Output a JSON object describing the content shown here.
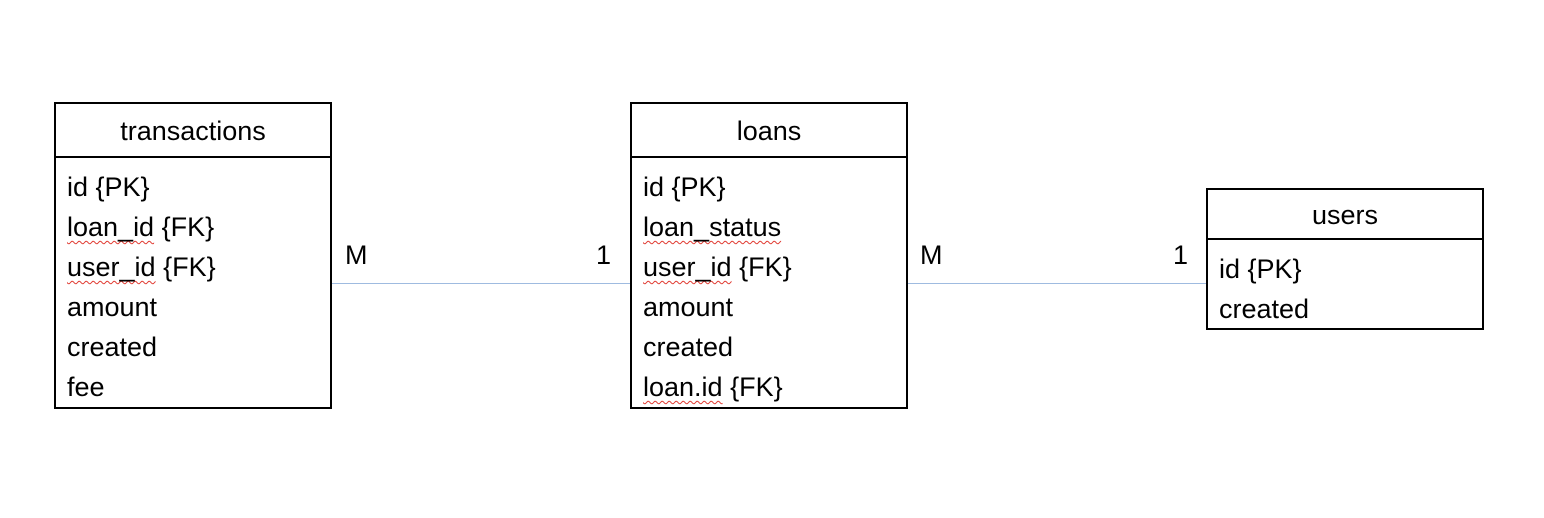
{
  "entities": {
    "transactions": {
      "title": "transactions",
      "attributes": [
        {
          "name": "id",
          "key": " {PK}"
        },
        {
          "name": "loan_id",
          "key": " {FK}"
        },
        {
          "name": "user_id",
          "key": " {FK}"
        },
        {
          "name": "amount",
          "key": ""
        },
        {
          "name": "created",
          "key": ""
        },
        {
          "name": "fee",
          "key": ""
        }
      ]
    },
    "loans": {
      "title": "loans",
      "attributes": [
        {
          "name": "id",
          "key": " {PK}"
        },
        {
          "name": "loan_status",
          "key": ""
        },
        {
          "name": "user_id",
          "key": " {FK}"
        },
        {
          "name": "amount",
          "key": ""
        },
        {
          "name": "created",
          "key": ""
        },
        {
          "name": "loan.id",
          "key": " {FK}"
        }
      ]
    },
    "users": {
      "title": "users",
      "attributes": [
        {
          "name": "id",
          "key": " {PK}"
        },
        {
          "name": "created",
          "key": ""
        }
      ]
    }
  },
  "relationships": {
    "transactions_loans": {
      "from_label": "M",
      "to_label": "1"
    },
    "loans_users": {
      "from_label": "M",
      "to_label": "1"
    }
  },
  "colors": {
    "connector": "#9fbbe0",
    "border": "#000000",
    "spellcheck_underline": "#e0382f"
  }
}
